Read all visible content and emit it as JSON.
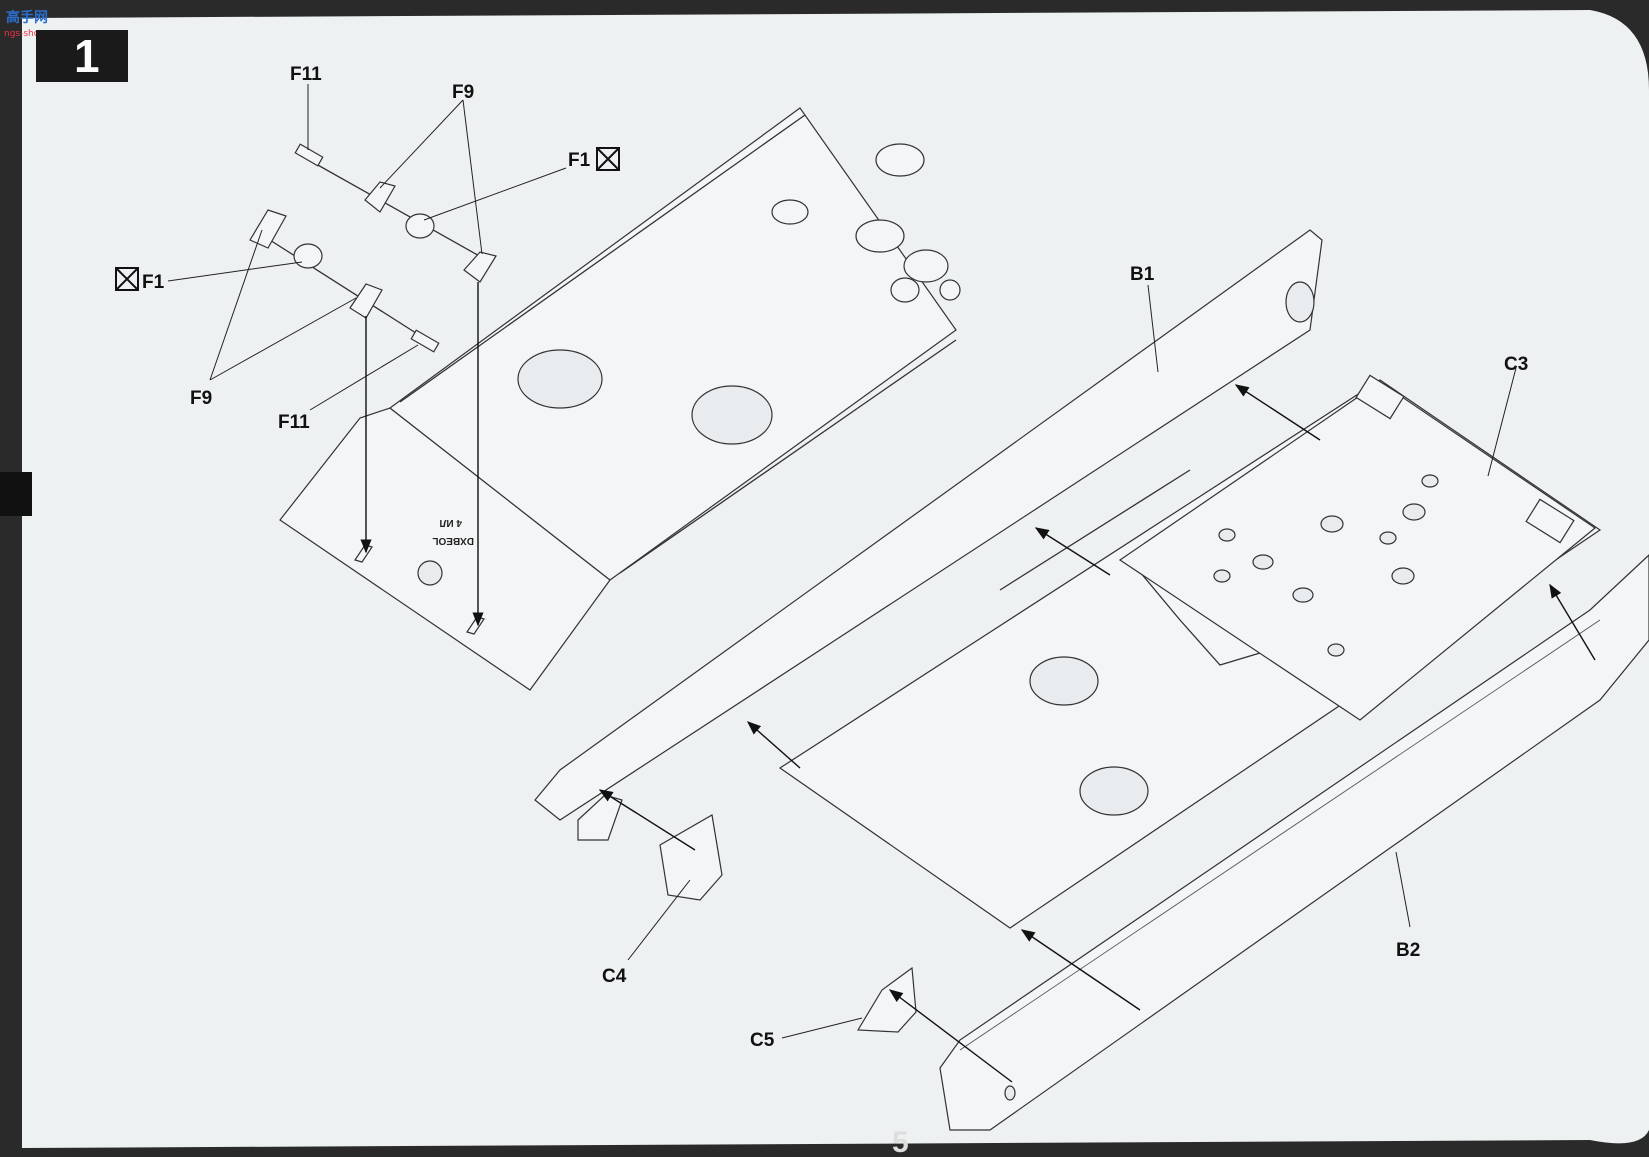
{
  "watermark": {
    "text": "高手网",
    "sub": "ngs-shou.com"
  },
  "step": {
    "number": "1"
  },
  "page": {
    "number": "5"
  },
  "plate_marking": {
    "line1": "4 ИЛ",
    "line2": "DXBEOL"
  },
  "callouts": {
    "f11_top": "F11",
    "f9_top": "F9",
    "f1_right": "F1",
    "f1_left": "F1",
    "f9_left": "F9",
    "f11_bottom": "F11",
    "b1": "B1",
    "c3": "C3",
    "b2": "B2",
    "c4": "C4",
    "c5": "C5"
  },
  "icons": {
    "do_not_glue": "crossed-box-icon"
  },
  "colors": {
    "paper": "#eef1f2",
    "ink": "#222222",
    "step_box": "#1a1a1a"
  }
}
